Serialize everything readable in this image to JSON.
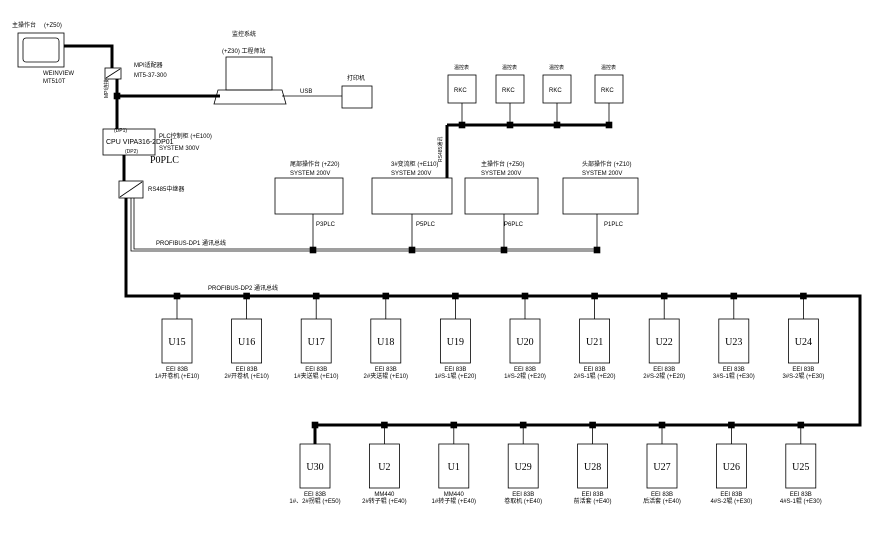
{
  "hmi": {
    "title": "主操作台",
    "code": "(+Z50)",
    "model_line1": "WEINVIEW",
    "model_line2": "MT510T"
  },
  "mpi_adapter": {
    "label": "MPI适配器",
    "part": "MT5-37-300",
    "cable_label": "MPI连接"
  },
  "monitor": {
    "title": "监控系统",
    "sub": "(+Z30) 工程师站",
    "usb": "USB",
    "printer": "打印机"
  },
  "plc": {
    "port_top": "(DP1)",
    "port_bottom": "(DP2)",
    "cpu": "CPU VIPA316-2DP01",
    "cabinet": "PLC控制柜 (+E100)",
    "system": "SYSTEM 300V",
    "name": "P0PLC"
  },
  "repeater": "RS485中继器",
  "rkc_modules": [
    "温控表",
    "温控表",
    "温控表",
    "温控表"
  ],
  "rkc_labels": [
    "RKC",
    "RKC",
    "RKC",
    "RKC"
  ],
  "rkc_link": "RS485通讯",
  "stations": [
    {
      "title": "尾部操作台 (+Z20)",
      "system": "SYSTEM 200V",
      "plc": "P3PLC"
    },
    {
      "title": "3#变流柜 (+E110)",
      "system": "SYSTEM 200V",
      "plc": "P5PLC"
    },
    {
      "title": "主操作台 (+Z50)",
      "system": "SYSTEM 200V",
      "plc": "P6PLC"
    },
    {
      "title": "头部操作台 (+Z10)",
      "system": "SYSTEM 200V",
      "plc": "P1PLC"
    }
  ],
  "bus_dp1": "PROFIBUS-DP1 通讯总线",
  "bus_dp2": "PROFIBUS-DP2 通讯总线",
  "row1": [
    {
      "id": "U15",
      "model": "EEI 83B",
      "desc": "1#开卷机 (+E10)"
    },
    {
      "id": "U16",
      "model": "EEI 83B",
      "desc": "2#开卷机 (+E10)"
    },
    {
      "id": "U17",
      "model": "EEI 83B",
      "desc": "1#夹送辊 (+E10)"
    },
    {
      "id": "U18",
      "model": "EEI 83B",
      "desc": "2#夹送辊 (+E10)"
    },
    {
      "id": "U19",
      "model": "EEI 83B",
      "desc": "1#S-1辊 (+E20)"
    },
    {
      "id": "U20",
      "model": "EEI 83B",
      "desc": "1#S-2辊 (+E20)"
    },
    {
      "id": "U21",
      "model": "EEI 83B",
      "desc": "2#S-1辊 (+E20)"
    },
    {
      "id": "U22",
      "model": "EEI 83B",
      "desc": "2#S-2辊 (+E20)"
    },
    {
      "id": "U23",
      "model": "EEI 83B",
      "desc": "3#S-1辊 (+E30)"
    },
    {
      "id": "U24",
      "model": "EEI 83B",
      "desc": "3#S-2辊 (+E30)"
    }
  ],
  "row2": [
    {
      "id": "U30",
      "model": "EEI 83B",
      "desc": "1#、2#拐辊 (+E50)"
    },
    {
      "id": "U2",
      "model": "MM440",
      "desc": "2#转子辊 (+E40)"
    },
    {
      "id": "U1",
      "model": "MM440",
      "desc": "1#转子辊 (+E40)"
    },
    {
      "id": "U29",
      "model": "EEI 83B",
      "desc": "卷取机 (+E40)"
    },
    {
      "id": "U28",
      "model": "EEI 83B",
      "desc": "前活套 (+E40)"
    },
    {
      "id": "U27",
      "model": "EEI 83B",
      "desc": "后活套 (+E40)"
    },
    {
      "id": "U26",
      "model": "EEI 83B",
      "desc": "4#S-2辊 (+E30)"
    },
    {
      "id": "U25",
      "model": "EEI 83B",
      "desc": "4#S-1辊 (+E30)"
    }
  ]
}
